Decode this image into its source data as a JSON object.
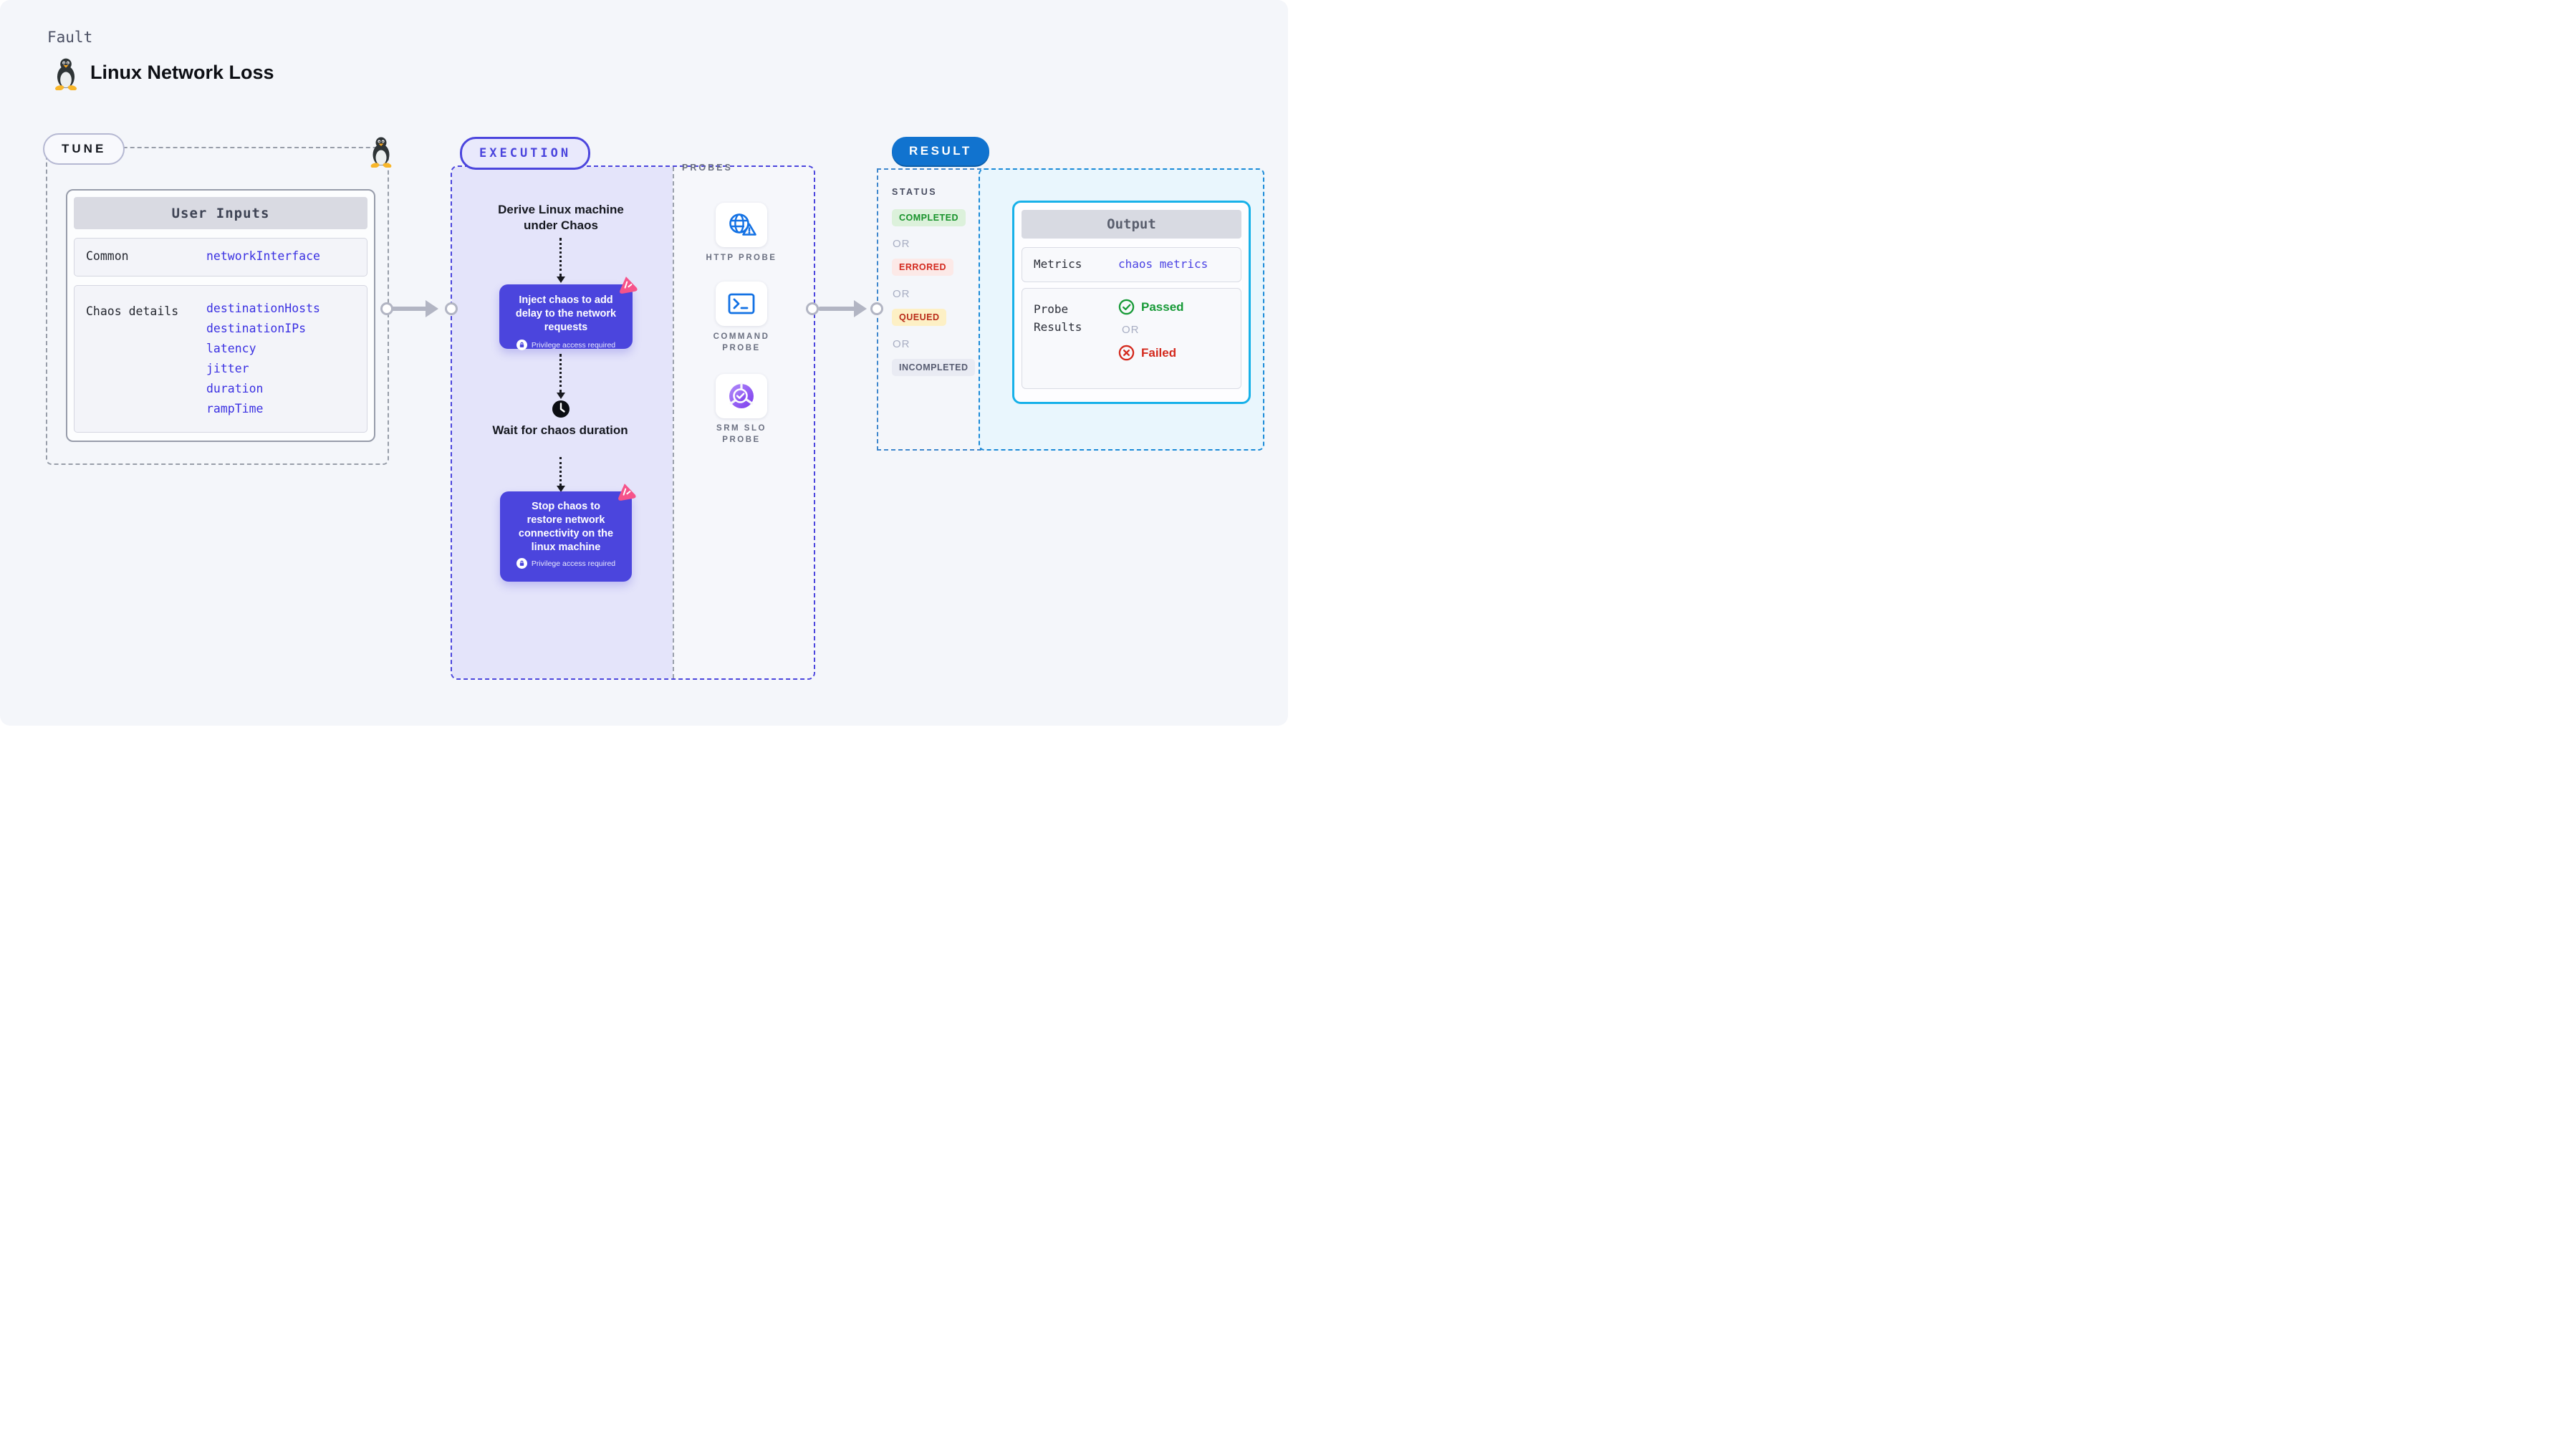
{
  "header": {
    "eyebrow": "Fault",
    "title": "Linux Network Loss"
  },
  "tune": {
    "pill": "TUNE",
    "card_title": "User Inputs",
    "rows": [
      {
        "label": "Common",
        "values": [
          "networkInterface"
        ]
      },
      {
        "label": "Chaos details",
        "values": [
          "destinationHosts",
          "destinationIPs",
          "latency",
          "jitter",
          "duration",
          "rampTime"
        ]
      }
    ]
  },
  "execution": {
    "pill": "EXECUTION",
    "steps": {
      "derive": "Derive Linux machine under Chaos",
      "inject": "Inject chaos to add delay to the network requests",
      "privilege": "Privilege access required",
      "wait": "Wait for chaos duration",
      "stop": "Stop chaos to restore network connectivity on the linux machine"
    },
    "probes": {
      "title": "PROBES",
      "items": [
        "HTTP PROBE",
        "COMMAND PROBE",
        "SRM SLO PROBE"
      ]
    }
  },
  "result": {
    "pill": "RESULT",
    "status": {
      "title": "STATUS",
      "separator": "OR",
      "badges": [
        "COMPLETED",
        "ERRORED",
        "QUEUED",
        "INCOMPLETED"
      ]
    },
    "output": {
      "card_title": "Output",
      "metrics_label": "Metrics",
      "metrics_value": "chaos metrics",
      "probe_label": "Probe Results",
      "separator": "OR",
      "passed": "Passed",
      "failed": "Failed"
    }
  },
  "colors": {
    "accent_indigo": "#4b45dd",
    "accent_blue": "#1173cf",
    "accent_cyan": "#17b1e9",
    "value_blue": "#3a30e2",
    "pink_badge": "#f6538a",
    "completed_green": "#17922a",
    "errored_red": "#d3291e",
    "queued_amber_bg": "#fdf0c5",
    "passed_green": "#179a37",
    "failed_red": "#d4291d"
  }
}
